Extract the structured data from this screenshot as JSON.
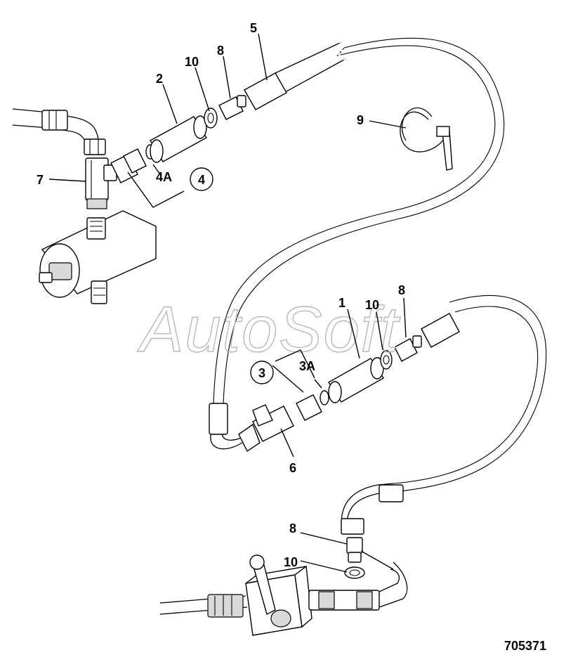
{
  "drawing_number": "705371",
  "watermark": "AutoSoft",
  "callouts": {
    "c1": "1",
    "c2": "2",
    "c3": "3",
    "c3a": "3A",
    "c4": "4",
    "c4a": "4A",
    "c5": "5",
    "c6": "6",
    "c7": "7",
    "c8_top": "8",
    "c8_mid": "8",
    "c8_bottom": "8",
    "c9": "9",
    "c10_top": "10",
    "c10_mid": "10",
    "c10_bottom": "10"
  }
}
